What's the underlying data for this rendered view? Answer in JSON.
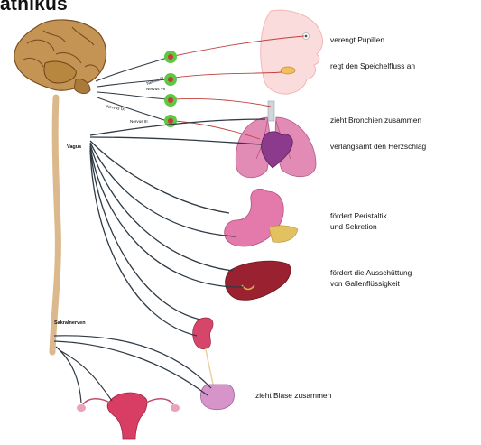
{
  "title": "athikus",
  "nerves": {
    "vagus": "Vagus",
    "sacral": "Sakralnerven",
    "n1": "Nervus III",
    "n2": "Nervus VII",
    "n3": "Nervus IX",
    "n4": "Nervus III"
  },
  "effects": {
    "pupils": "verengt Pupillen",
    "saliva": "regt den Speichelfluss an",
    "bronchi": "zieht Bronchien zusammen",
    "heart": "verlangsamt den Herzschlag",
    "gut_line1": "fördert Peristaltik",
    "gut_line2": "und Sekretion",
    "bile_line1": "fördert die Ausschüttung",
    "bile_line2": "von Gallenflüssigkeit",
    "bladder": "zieht Blase zusammen"
  },
  "colors": {
    "nerve": "#2f3a44",
    "red_nerve": "#c0413d",
    "ganglion": "#5ec744",
    "spinal_cord": "#dcb98c",
    "brain": "#8a5a2e",
    "organ_pink": "#d9709a",
    "liver": "#9a2230"
  }
}
